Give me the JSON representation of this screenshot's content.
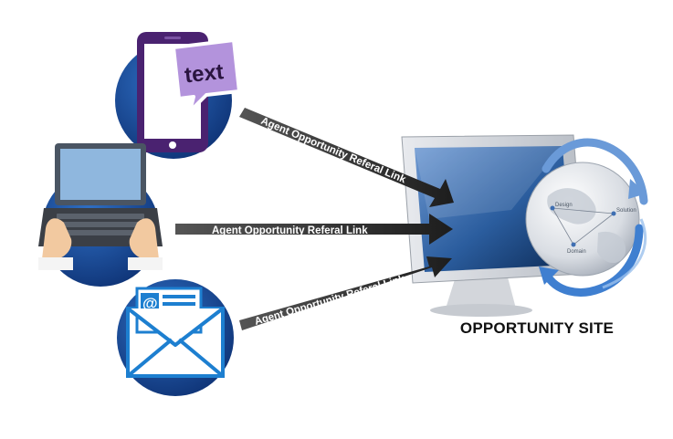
{
  "sources": [
    {
      "name": "phone-text",
      "badge_text": "text",
      "link_label": "Agent Opportunity Referal Link"
    },
    {
      "name": "laptop",
      "link_label": "Agent Opportunity Referal Link"
    },
    {
      "name": "email",
      "badge_text": "@",
      "link_label": "Agent Opportunity Referal Link"
    }
  ],
  "destination": {
    "title": "OPPORTUNITY SITE",
    "globe_labels": [
      "Design",
      "Solution",
      "Domain"
    ]
  },
  "colors": {
    "circle_blue": "#1a4f9c",
    "arrow_dark": "#333333",
    "speech_purple": "#b393dc",
    "envelope_blue": "#1d7fd0",
    "monitor_screen": "#2b66a8"
  }
}
